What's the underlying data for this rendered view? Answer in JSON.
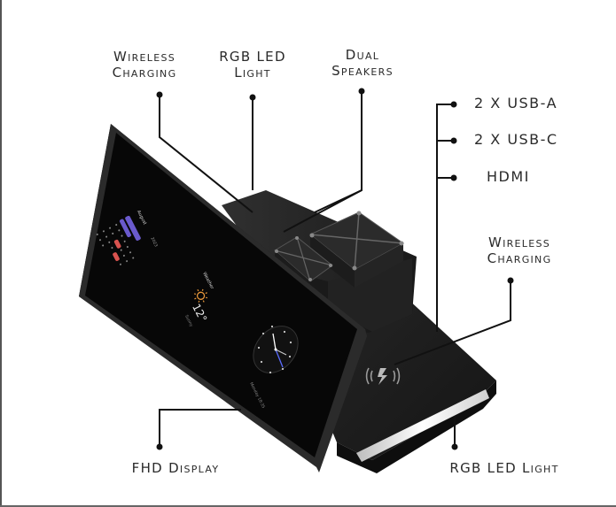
{
  "callouts": {
    "top_wireless_charging": [
      "Wireless",
      "Charging"
    ],
    "top_rgb_led_light": [
      "RGB LED",
      "Light"
    ],
    "dual_speakers": [
      "Dual",
      "Speakers"
    ],
    "ports": [
      "2 X USB-A",
      "2 X USB-C",
      "HDMI"
    ],
    "right_wireless_charging": [
      "Wireless",
      "Charging"
    ],
    "fhd_display": "FHD Display",
    "bottom_rgb_led_light": "RGB LED Light"
  },
  "screen_widgets": {
    "calendar_title": "August",
    "calendar_year": "2023",
    "weather_title": "Weather",
    "temperature": "12°",
    "weather_condition": "Sunny",
    "clock_caption": "Monday 18:35"
  },
  "colors": {
    "device_body": "#1b1b1b",
    "screen": "#080808",
    "callout_lines": "#111111",
    "calendar_accent": "#6a5acd",
    "calendar_highlight": "#d9534f",
    "sun_icon": "#e6963a",
    "led_strip": "#f2f2f2"
  },
  "icons": [
    "wireless-charging-icon",
    "sun-icon",
    "analog-clock-icon",
    "speaker-grille-icon"
  ]
}
